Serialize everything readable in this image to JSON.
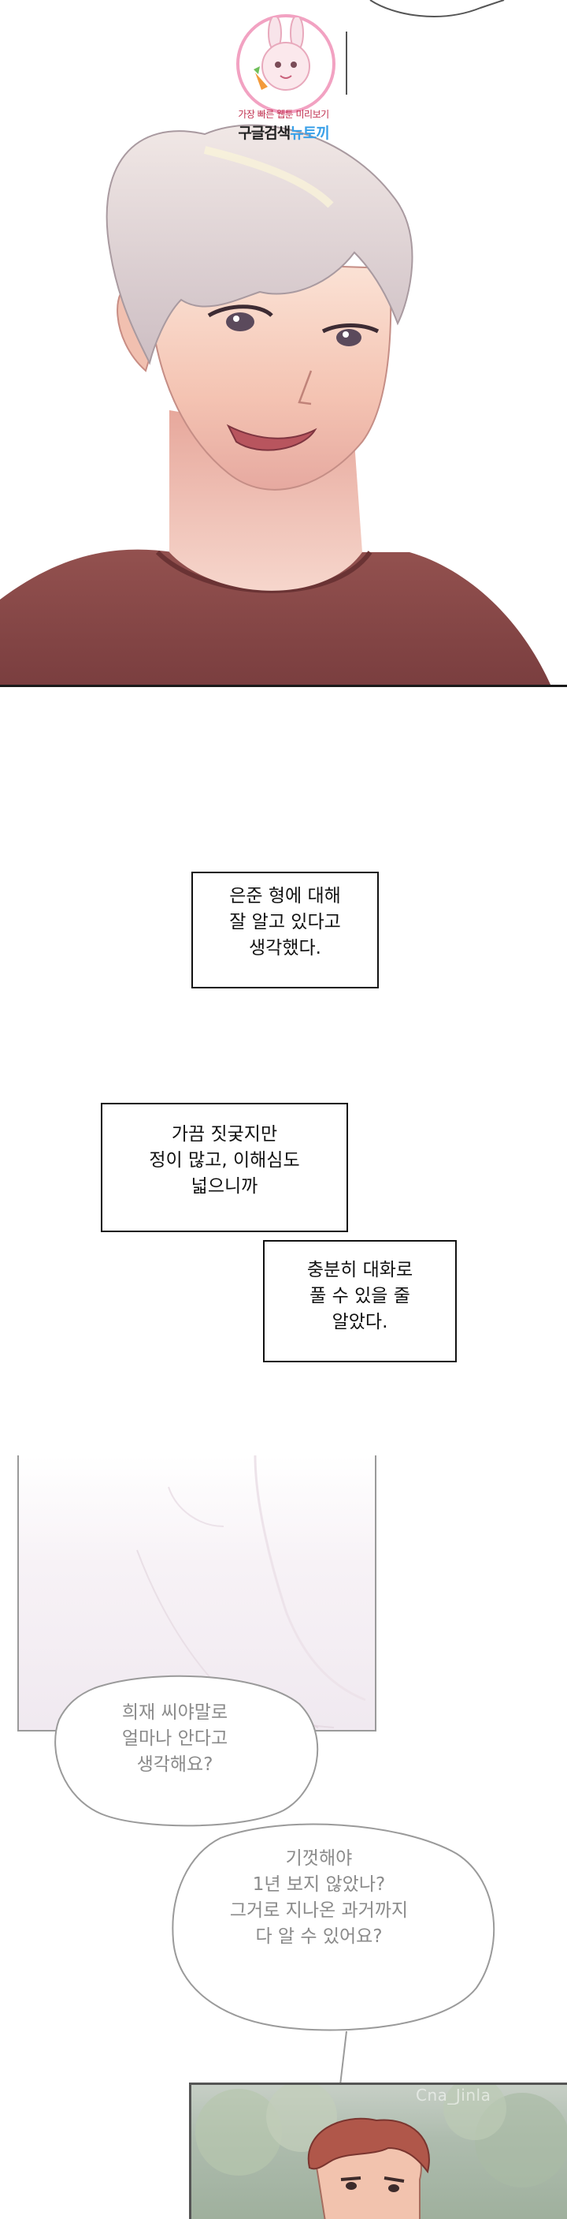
{
  "watermark": {
    "line1": "가장 빠른 웹툰 미리보기",
    "line2_main": "구글검색",
    "line2_highlight": "뉴토끼"
  },
  "captions": {
    "box1": [
      "은준 형에 대해",
      "잘 알고 있다고",
      "생각했다."
    ],
    "box2": [
      "가끔 짓궂지만",
      "정이 많고, 이해심도",
      "넓으니까"
    ],
    "box3": [
      "충분히 대화로",
      "풀 수 있을 줄",
      "알았다."
    ]
  },
  "bubbles": {
    "bubble1": [
      "희재 씨야말로",
      "얼마나 안다고",
      "생각해요?"
    ],
    "bubble2": [
      "기껏해야",
      "1년 보지 않았나?",
      "그거로 지나온 과거까지",
      "다 알 수 있어요?"
    ]
  },
  "panel4": {
    "caption": "Cna_Jinla"
  },
  "colors": {
    "hair": "#e4d6d8",
    "skin": "#f6c9b8",
    "shirt": "#8a4a4a",
    "caption_border": "#111111",
    "bubble_stroke": "#9a9a9a",
    "bubble_text": "#8a8a8a"
  }
}
